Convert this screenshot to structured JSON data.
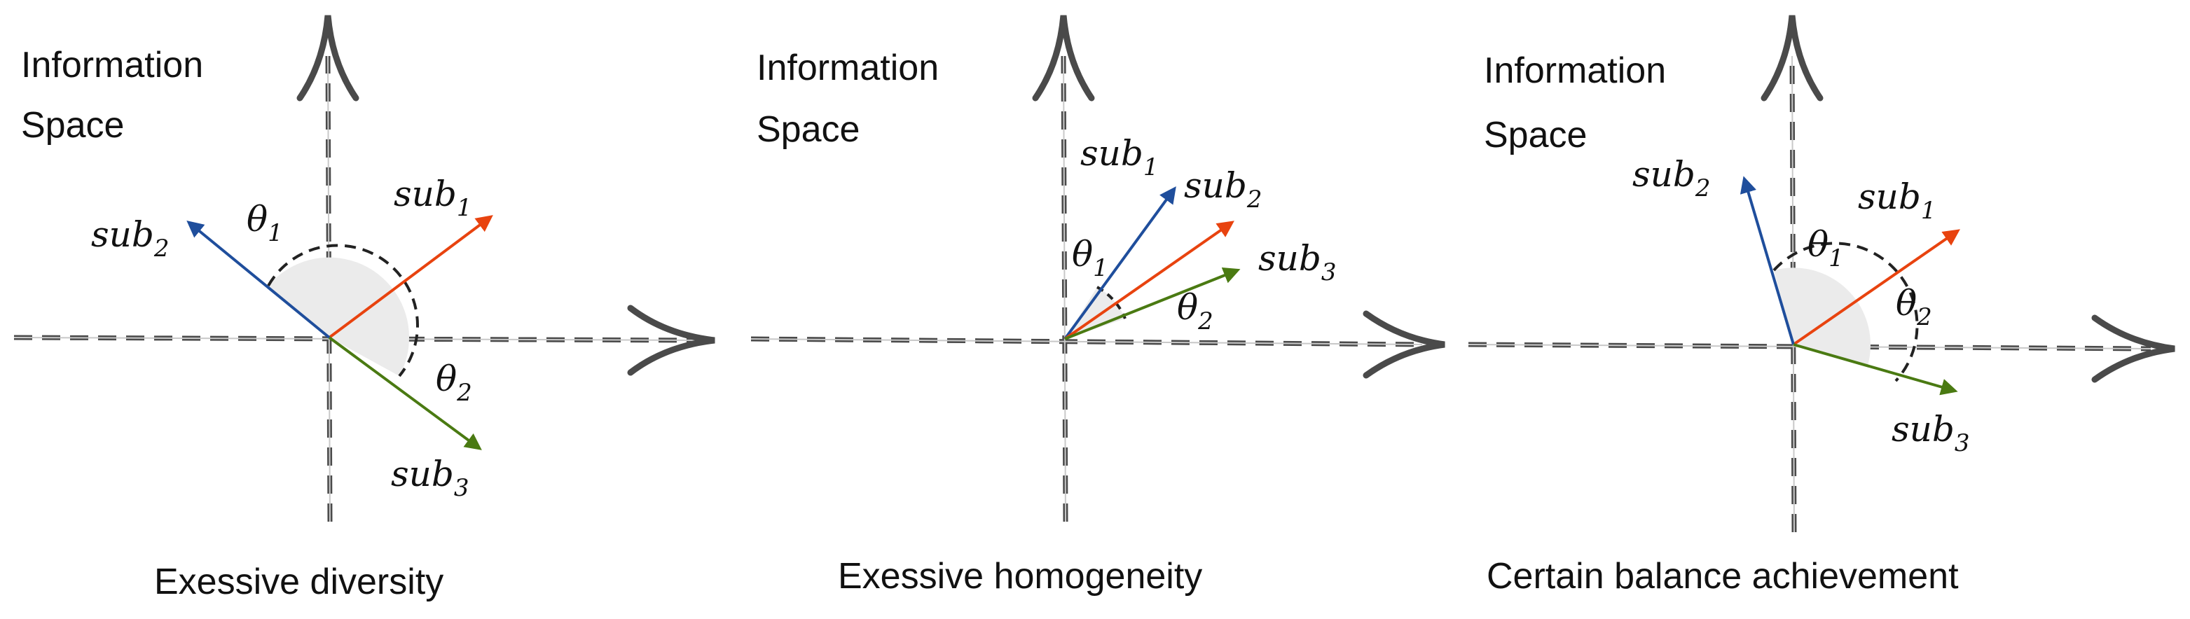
{
  "panels": [
    {
      "id": "diversity",
      "space_label": [
        "Information",
        "Space"
      ],
      "caption": "Exessive diversity",
      "vectors": [
        {
          "sub": "sub",
          "index": "1",
          "color": "#e8430f"
        },
        {
          "sub": "sub",
          "index": "2",
          "color": "#1f4e9c"
        },
        {
          "sub": "sub",
          "index": "3",
          "color": "#4a7a12"
        }
      ],
      "angles": [
        {
          "symbol": "θ",
          "index": "1"
        },
        {
          "symbol": "θ",
          "index": "2"
        }
      ]
    },
    {
      "id": "homogeneity",
      "space_label": [
        "Information",
        "Space"
      ],
      "caption": "Exessive homogeneity",
      "vectors": [
        {
          "sub": "sub",
          "index": "1",
          "color": "#1f4e9c"
        },
        {
          "sub": "sub",
          "index": "2",
          "color": "#e8430f"
        },
        {
          "sub": "sub",
          "index": "3",
          "color": "#4a7a12"
        }
      ],
      "angles": [
        {
          "symbol": "θ",
          "index": "1"
        },
        {
          "symbol": "θ",
          "index": "2"
        }
      ]
    },
    {
      "id": "balance",
      "space_label": [
        "Information",
        "Space"
      ],
      "caption": "Certain balance achievement",
      "vectors": [
        {
          "sub": "sub",
          "index": "1",
          "color": "#e8430f"
        },
        {
          "sub": "sub",
          "index": "2",
          "color": "#1f4e9c"
        },
        {
          "sub": "sub",
          "index": "3",
          "color": "#4a7a12"
        }
      ],
      "angles": [
        {
          "symbol": "θ",
          "index": "1"
        },
        {
          "symbol": "θ",
          "index": "2"
        }
      ]
    }
  ],
  "colors": {
    "axis": "#4a4a4a",
    "arc": "#222222",
    "sector_fill": "#e8e8e8",
    "text": "#111111"
  }
}
